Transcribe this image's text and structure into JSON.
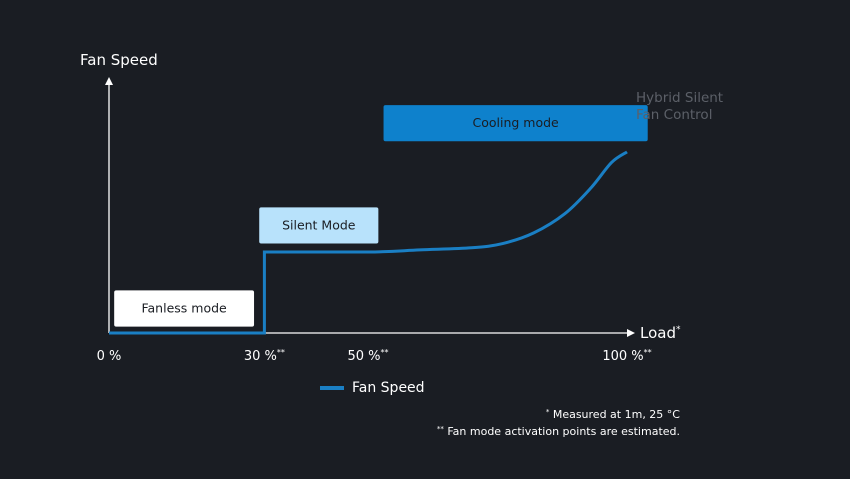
{
  "chart_data": {
    "type": "line",
    "ylabel": "Fan Speed",
    "xlabel": "Load",
    "xlabel_marker": "*",
    "xlim": [
      0,
      100
    ],
    "ylim": [
      0,
      100
    ],
    "x_ticks": [
      {
        "value": 0,
        "label": "0 %",
        "marker": ""
      },
      {
        "value": 30,
        "label": "30 %",
        "marker": "**"
      },
      {
        "value": 50,
        "label": "50 %",
        "marker": "**"
      },
      {
        "value": 100,
        "label": "100 %",
        "marker": "**"
      }
    ],
    "series": [
      {
        "name": "Fan Speed",
        "color": "#1a7fc4",
        "points": [
          {
            "x": 0,
            "y": 0
          },
          {
            "x": 30,
            "y": 0
          },
          {
            "x": 30,
            "y": 38
          },
          {
            "x": 50,
            "y": 38
          },
          {
            "x": 60,
            "y": 39
          },
          {
            "x": 70,
            "y": 40
          },
          {
            "x": 76,
            "y": 42
          },
          {
            "x": 82,
            "y": 47
          },
          {
            "x": 88,
            "y": 56
          },
          {
            "x": 93,
            "y": 68
          },
          {
            "x": 97,
            "y": 80
          },
          {
            "x": 100,
            "y": 85
          }
        ]
      }
    ],
    "mode_boxes": [
      {
        "label": "Fanless mode",
        "x_start": 1,
        "x_end": 28,
        "y_top": 20,
        "y_bottom": 3,
        "fill": "#ffffff",
        "text_color": "#1a1d23"
      },
      {
        "label": "Silent Mode",
        "x_start": 29,
        "x_end": 52,
        "y_top": 59,
        "y_bottom": 42,
        "fill": "#b8e2fb",
        "text_color": "#1a1d23"
      },
      {
        "label": "Cooling mode",
        "x_start": 53,
        "x_end": 104,
        "y_top": 107,
        "y_bottom": 90,
        "fill": "#0e81cc",
        "text_color": "#1a1d23"
      }
    ],
    "curve_label_lines": [
      "Hybrid Silent",
      "Fan Control"
    ],
    "curve_label_color": "#5c6068",
    "legend_position": "bottom-center",
    "grid": false
  },
  "footnotes": [
    {
      "marker": "*",
      "text": " Measured at 1m, 25 °C"
    },
    {
      "marker": "**",
      "text": " Fan mode activation points are estimated."
    }
  ]
}
